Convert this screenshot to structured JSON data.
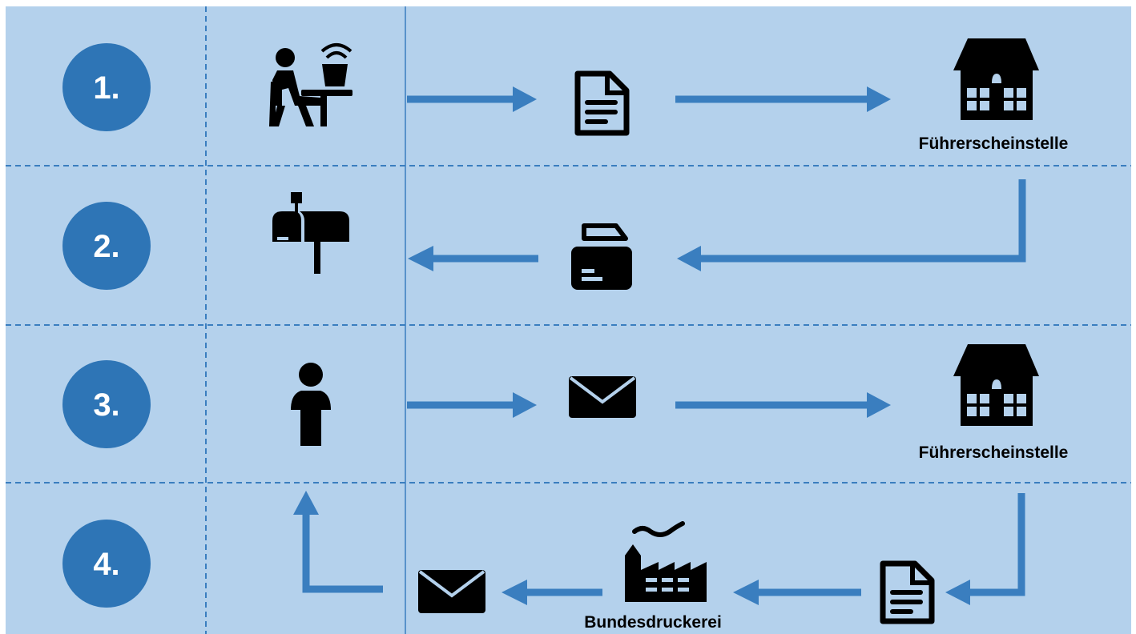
{
  "steps": [
    {
      "number": "1."
    },
    {
      "number": "2."
    },
    {
      "number": "3."
    },
    {
      "number": "4."
    }
  ],
  "labels": {
    "authority_1": "Führerscheinstelle",
    "authority_2": "Führerscheinstelle",
    "printer": "Bundesdruckerei"
  },
  "colors": {
    "background": "#b4d1ec",
    "circle": "#2e75b6",
    "arrow": "#3a7ebf",
    "divider": "#3a7ebf",
    "icon": "#000000"
  },
  "icons": [
    "person-at-laptop-icon",
    "document-icon",
    "building-icon",
    "mailbox-icon",
    "card-printer-icon",
    "person-icon",
    "envelope-icon",
    "factory-icon"
  ]
}
